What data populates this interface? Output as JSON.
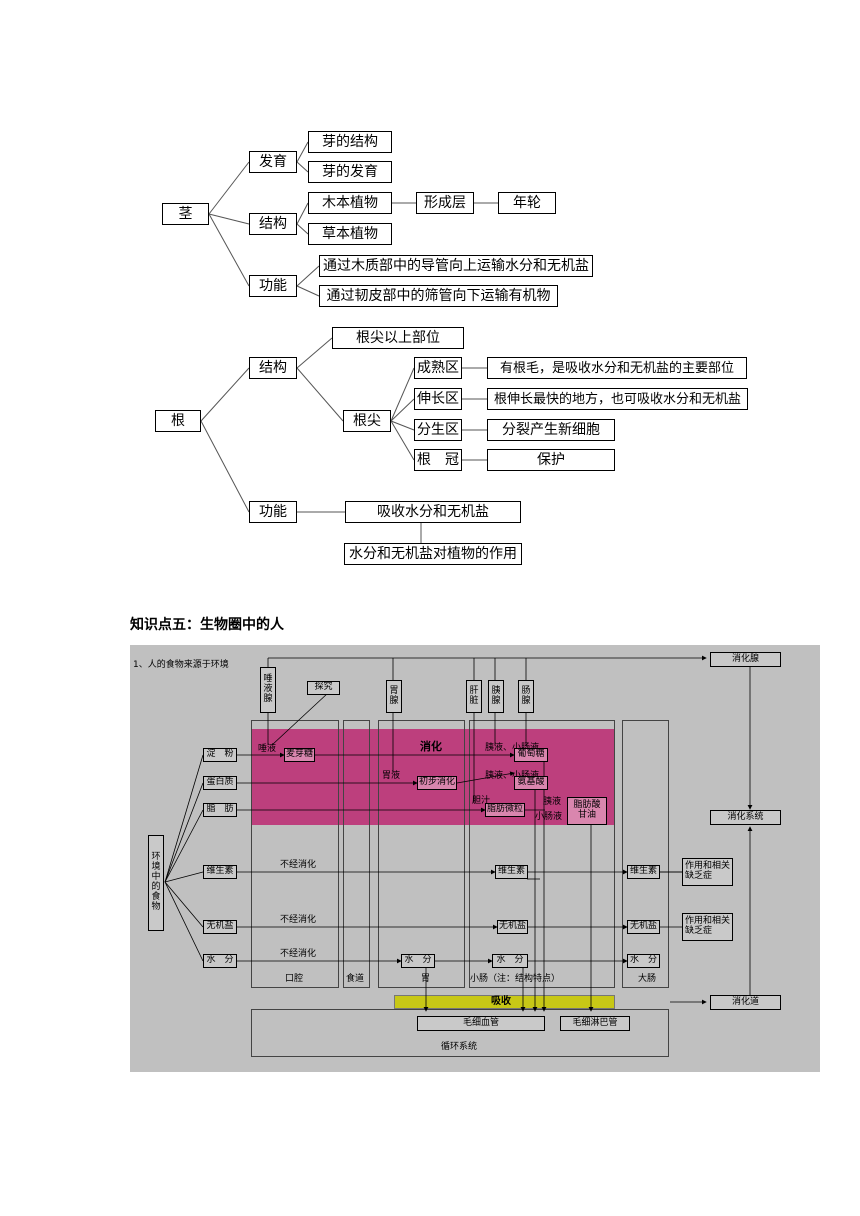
{
  "stem": {
    "root": "茎",
    "develop": "发育",
    "bud_structure": "芽的结构",
    "bud_development": "芽的发育",
    "structure": "结构",
    "woody": "木本植物",
    "cambium": "形成层",
    "annual_ring": "年轮",
    "herbaceous": "草本植物",
    "function": "功能",
    "xylem_text": "通过木质部中的导管向上运输水分和无机盐",
    "phloem_text": "通过韧皮部中的筛管向下运输有机物"
  },
  "root": {
    "root": "根",
    "structure": "结构",
    "above_tip": "根尖以上部位",
    "tip": "根尖",
    "zones": [
      {
        "name": "成熟区",
        "desc": "有根毛，是吸收水分和无机盐的主要部位"
      },
      {
        "name": "伸长区",
        "desc": "根伸长最快的地方，也可吸收水分和无机盐"
      },
      {
        "name": "分生区",
        "desc": "分裂产生新细胞"
      },
      {
        "name": "根　冠",
        "desc": "保护"
      }
    ],
    "function": "功能",
    "absorb": "吸收水分和无机盐",
    "role": "水分和无机盐对植物的作用"
  },
  "section_heading": "知识点五：生物圈中的人",
  "digestion": {
    "title": "1、人的食物来源于环境",
    "source": "环境中的食物",
    "glands": {
      "saliva": "唾液腺",
      "stomach": "胃腺",
      "liver": "肝脏",
      "pancreas": "胰腺",
      "intestine": "肠腺"
    },
    "explore": "探究",
    "foods": [
      "淀　粉",
      "蛋白质",
      "脂　肪",
      "维生素",
      "无机盐",
      "水　分"
    ],
    "digest_label": "消化",
    "saliva_text": "唾液",
    "maltose": "麦芽糖",
    "gastric_juice": "胃液",
    "initial_digest": "初步消化",
    "bile": "胆汁",
    "fat_droplet": "脂肪微粒",
    "juice1": "胰液、小肠液",
    "juice2": "胰液、小肠液",
    "juice3": "胰液",
    "juice4": "小肠液",
    "glucose": "葡萄糖",
    "amino_acid": "氨基酸",
    "fatty_acid": "脂肪酸",
    "glycerol": "甘油",
    "undigested": "不经消化",
    "vitamin": "维生素",
    "mineral": "无机盐",
    "water": "水　分",
    "effect1": "作用和相关缺乏症",
    "effect2": "作用和相关缺乏症",
    "organs": {
      "mouth": "口腔",
      "esophagus": "食道",
      "stomach": "胃",
      "small_intestine": "小肠（注：结构特点）",
      "large_intestine": "大肠"
    },
    "absorb": "吸收",
    "capillary": "毛细血管",
    "lymph": "毛细淋巴管",
    "circulation": "循环系统",
    "digestive_gland": "消化腺",
    "digestive_system": "消化系统",
    "digestive_tract": "消化道"
  }
}
